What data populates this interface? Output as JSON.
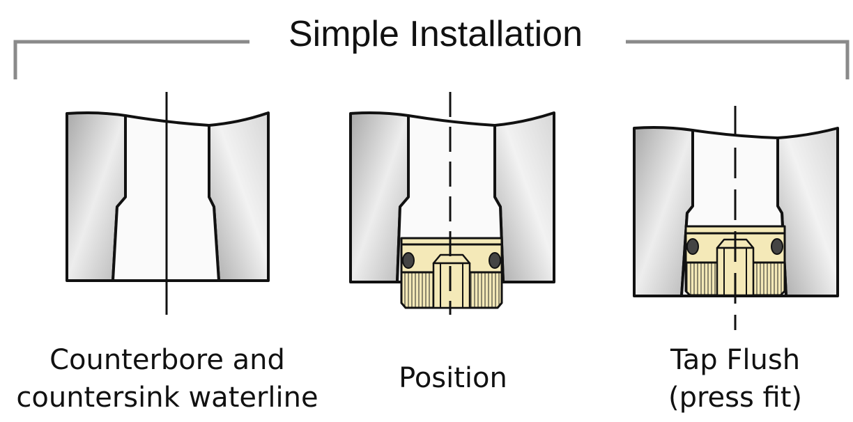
{
  "title": "Simple Installation",
  "steps": [
    {
      "caption_line1": "Counterbore and",
      "caption_line2": "countersink waterline"
    },
    {
      "caption_line1": "Position"
    },
    {
      "caption_line1": "Tap Flush",
      "caption_line2": "(press fit)"
    }
  ],
  "colors": {
    "bracket": "#8a8a8a",
    "outline": "#111111",
    "metal_dark": "#9e9e9e",
    "metal_light": "#eeeeee",
    "bore": "#fafafa",
    "insert": "#f4e9b8",
    "oring": "#444444"
  }
}
